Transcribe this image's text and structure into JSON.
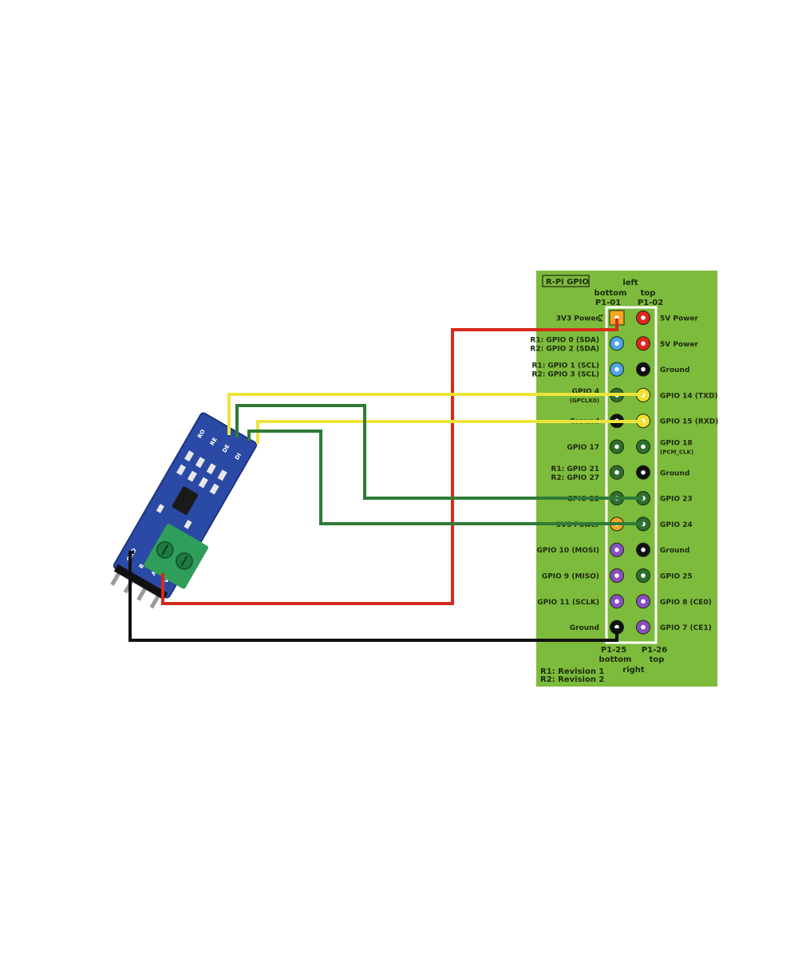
{
  "module": {
    "pin_labels": [
      "GND",
      "B",
      "A",
      "VCC"
    ],
    "top_labels": [
      "RO",
      "RE",
      "DE",
      "DI"
    ],
    "chip_label": "",
    "colors": {
      "pcb": "#2b4aa6",
      "pcb_edge": "#1c3480",
      "terminal": "#2f9e5b",
      "pins": "#9a9a9a"
    }
  },
  "header": {
    "title": "R-Pi GPIO",
    "left_word": "left",
    "bottom_word": "bottom",
    "top_word": "top",
    "pin_first_left": "P1-01",
    "pin_first_right": "P1-02",
    "pin_last_left": "P1-25",
    "pin_last_right": "P1-26",
    "footer_bottom": "bottom",
    "footer_top": "top",
    "footer_right": "right",
    "p1_marker": "P1",
    "legend_r1": "R1: Revision 1",
    "legend_r2": "R2: Revision 2",
    "colors": {
      "board": "#7dbb3c",
      "outline": "#ffffff"
    },
    "rows": [
      {
        "left": [
          "3V3 Power"
        ],
        "lc": "#f5a623",
        "lsq": true,
        "rc": "#e0261b",
        "right": [
          "5V Power"
        ]
      },
      {
        "left": [
          "R1: GPIO 0 (SDA)",
          "R2: GPIO 2 (SDA)"
        ],
        "lc": "#4da6e8",
        "rc": "#e0261b",
        "right": [
          "5V Power"
        ]
      },
      {
        "left": [
          "R1: GPIO 1 (SCL)",
          "R2: GPIO 3 (SCL)"
        ],
        "lc": "#4da6e8",
        "rc": "#111111",
        "right": [
          "Ground"
        ]
      },
      {
        "left": [
          "GPIO 4",
          "(GPCLK0)"
        ],
        "lc": "#2f6e2f",
        "rc": "#f2e02a",
        "right": [
          "GPIO 14 (TXD)"
        ]
      },
      {
        "left": [
          "Ground"
        ],
        "lc": "#111111",
        "rc": "#f2e02a",
        "right": [
          "GPIO 15 (RXD)"
        ]
      },
      {
        "left": [
          "GPIO 17"
        ],
        "lc": "#2f6e2f",
        "rc": "#2f6e2f",
        "right": [
          "GPIO 18",
          "(PCM_CLK)"
        ]
      },
      {
        "left": [
          "R1: GPIO 21",
          "R2: GPIO 27"
        ],
        "lc": "#2f6e2f",
        "rc": "#111111",
        "right": [
          "Ground"
        ]
      },
      {
        "left": [
          "GPIO 22"
        ],
        "lc": "#2f6e2f",
        "rc": "#2f6e2f",
        "right": [
          "GPIO 23"
        ]
      },
      {
        "left": [
          "3V3 Power"
        ],
        "lc": "#f5a623",
        "rc": "#2f6e2f",
        "right": [
          "GPIO 24"
        ]
      },
      {
        "left": [
          "GPIO 10 (MOSI)"
        ],
        "lc": "#8a4fbf",
        "rc": "#111111",
        "right": [
          "Ground"
        ]
      },
      {
        "left": [
          "GPIO 9 (MISO)"
        ],
        "lc": "#8a4fbf",
        "rc": "#2f6e2f",
        "right": [
          "GPIO 25"
        ]
      },
      {
        "left": [
          "GPIO 11 (SCLK)"
        ],
        "lc": "#8a4fbf",
        "rc": "#8a4fbf",
        "right": [
          "GPIO 8 (CE0)"
        ]
      },
      {
        "left": [
          "Ground"
        ],
        "lc": "#111111",
        "rc": "#8a4fbf",
        "right": [
          "GPIO 7 (CE1)"
        ]
      }
    ]
  },
  "wires": [
    {
      "id": "wire-vcc-3v3",
      "color": "#d62a1b"
    },
    {
      "id": "wire-ro-rxd",
      "color": "#ece43a"
    },
    {
      "id": "wire-di-txd",
      "color": "#ece43a"
    },
    {
      "id": "wire-re-gpio23",
      "color": "#2f7a36"
    },
    {
      "id": "wire-de-gpio24",
      "color": "#2f7a36"
    },
    {
      "id": "wire-gnd-ground",
      "color": "#111111"
    }
  ]
}
